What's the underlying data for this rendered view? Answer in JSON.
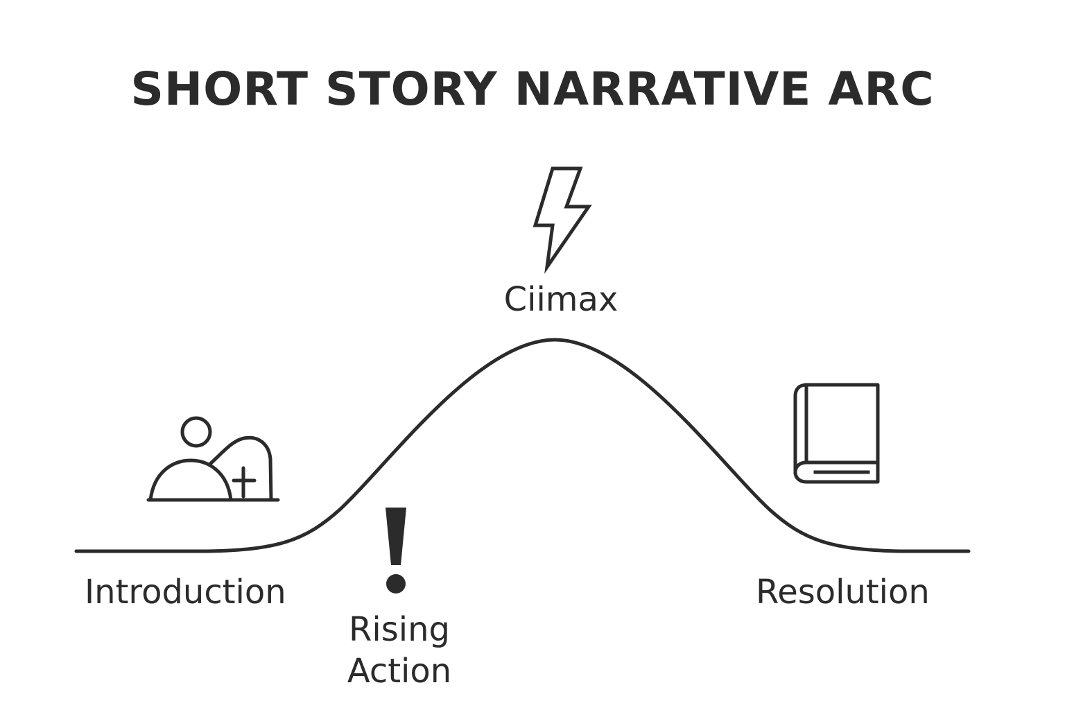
{
  "title": "SHORT STORY NARRATIVE ARC",
  "stages": {
    "introduction": {
      "label": "Introduction",
      "icon": "landscape-person-icon"
    },
    "rising_action": {
      "label_line1": "Rising",
      "label_line2": "Action",
      "icon": "exclamation-icon"
    },
    "climax": {
      "label": "Ciimax",
      "icon": "lightning-bolt-icon"
    },
    "resolution": {
      "label": "Resolution",
      "icon": "book-icon"
    }
  },
  "colors": {
    "ink": "#2b2b2b",
    "background": "#ffffff"
  }
}
